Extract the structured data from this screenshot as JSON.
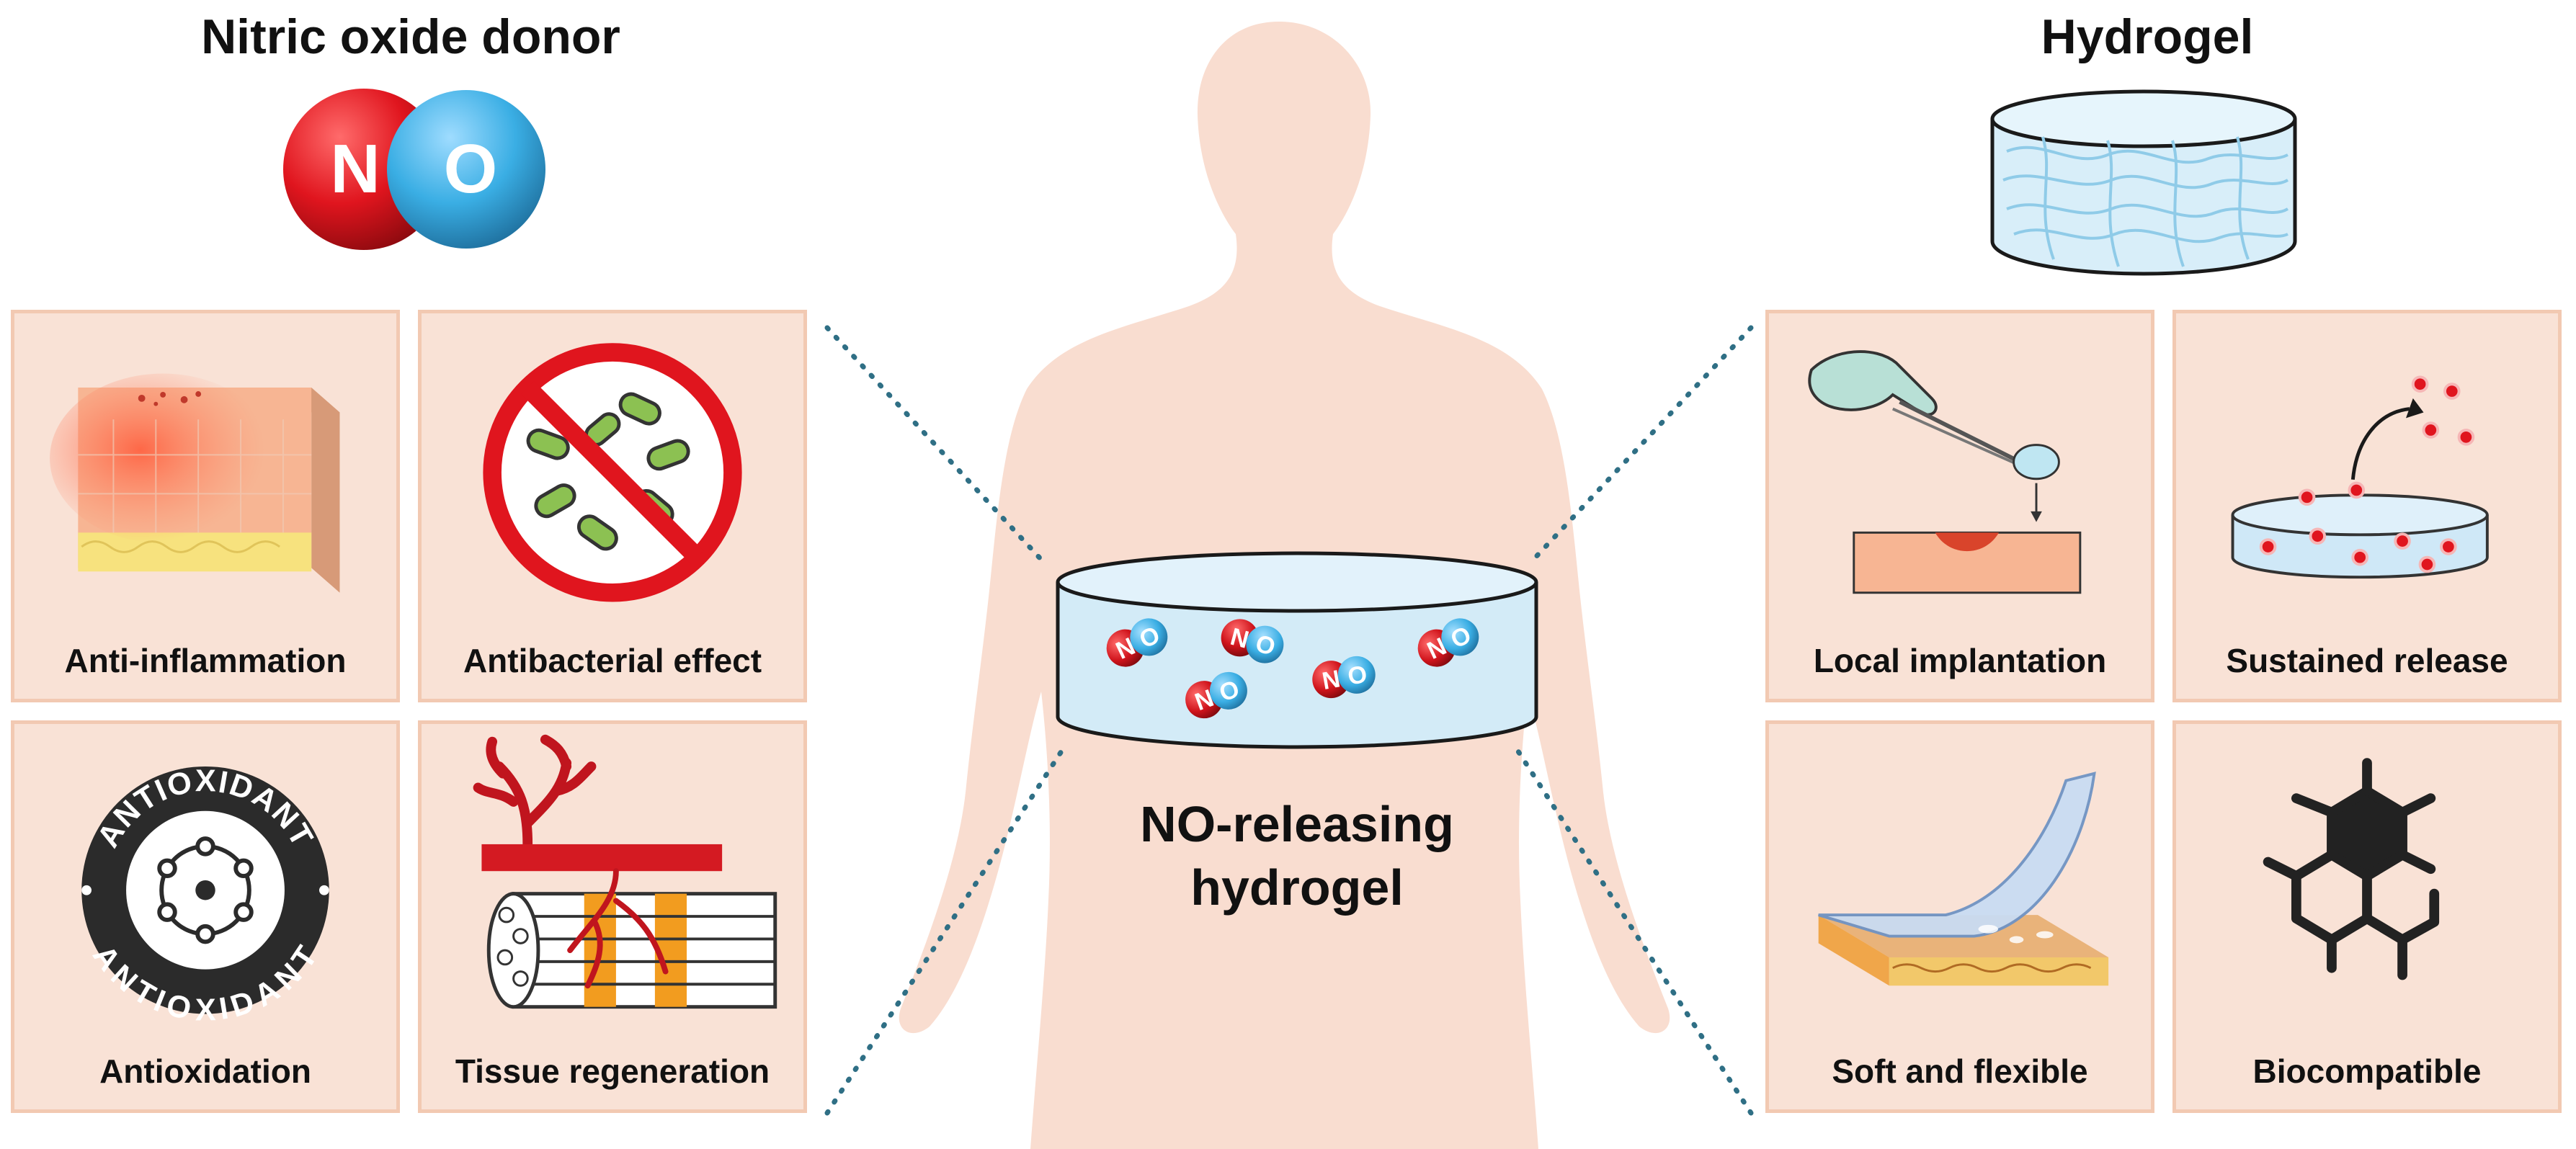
{
  "left": {
    "title": "Nitric oxide donor",
    "molecule": {
      "left_atom": "N",
      "right_atom": "O",
      "left_color": "#e0151e",
      "right_color": "#3aaee4"
    },
    "panels": [
      {
        "id": "anti-inflammation",
        "label": "Anti-inflammation",
        "icon": "inflamed-skin-icon"
      },
      {
        "id": "antibacterial",
        "label": "Antibacterial effect",
        "icon": "no-bacteria-icon"
      },
      {
        "id": "antioxidation",
        "label": "Antioxidation",
        "icon": "antioxidant-badge-icon",
        "badge_text": "ANTIOXIDANT"
      },
      {
        "id": "tissue-regeneration",
        "label": "Tissue regeneration",
        "icon": "blood-vessel-muscle-icon"
      }
    ]
  },
  "right": {
    "title": "Hydrogel",
    "panels": [
      {
        "id": "local-implantation",
        "label": "Local implantation",
        "icon": "tweezers-implant-icon"
      },
      {
        "id": "sustained-release",
        "label": "Sustained release",
        "icon": "release-disc-icon"
      },
      {
        "id": "soft-flexible",
        "label": "Soft and flexible",
        "icon": "peeling-patch-icon"
      },
      {
        "id": "biocompatible",
        "label": "Biocompatible",
        "icon": "molecule-structure-icon"
      }
    ]
  },
  "center": {
    "label_line1": "NO-releasing",
    "label_line2": "hydrogel",
    "no_molecule": {
      "n": "N",
      "o": "O"
    }
  },
  "colors": {
    "panel_fill": "#f9e2d6",
    "panel_border": "#f2c9b2",
    "silhouette": "#f9ddd0",
    "hydrogel_blue": "#d3ebf7",
    "dotted_line": "#2f6f85"
  }
}
